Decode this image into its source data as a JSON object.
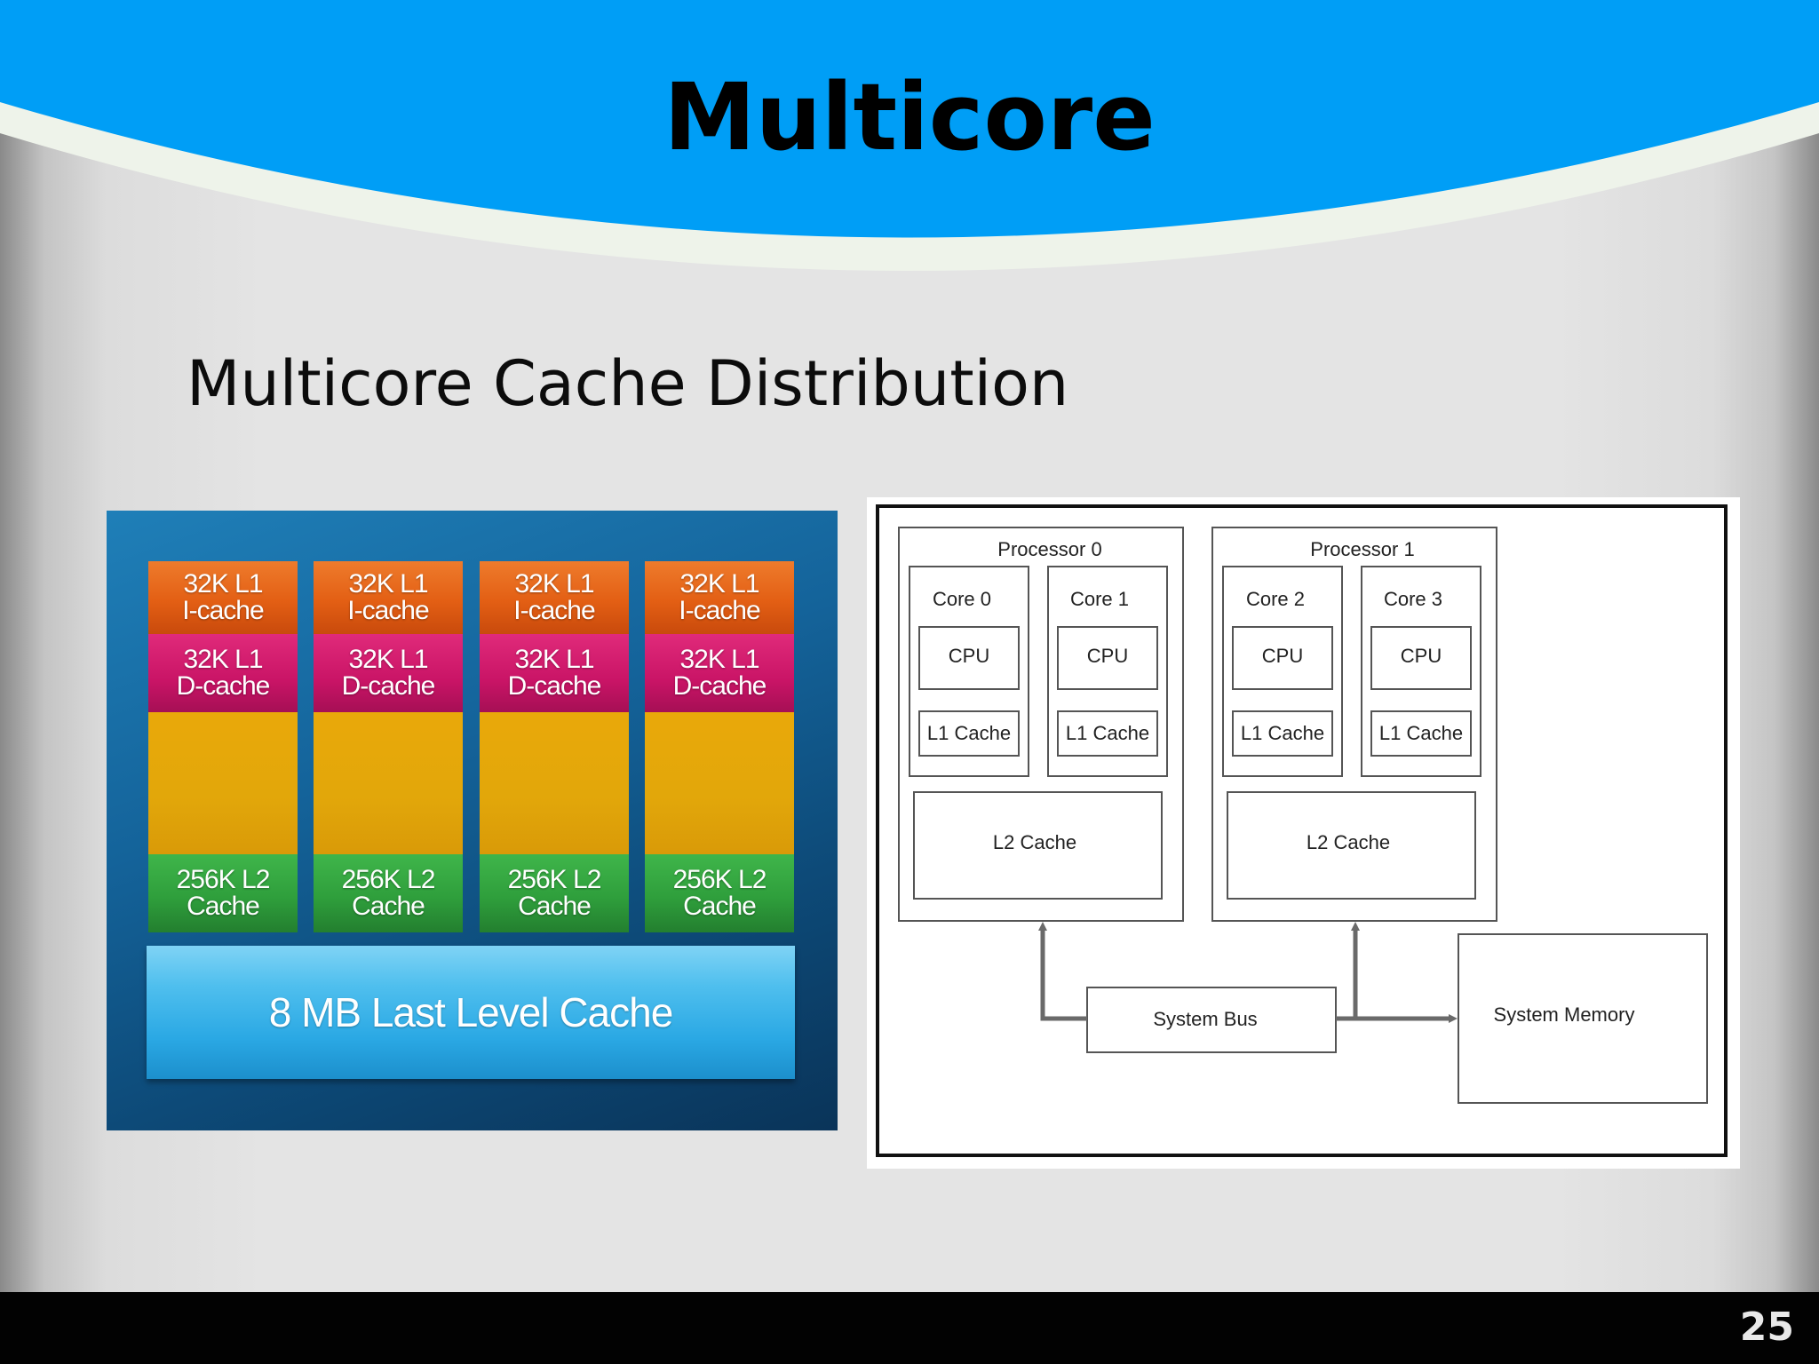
{
  "slide": {
    "title": "Multicore",
    "subtitle": "Multicore Cache Distribution",
    "page_number": "25"
  },
  "cache_image": {
    "cores": [
      {
        "l1_i": [
          "32K L1",
          "I-cache"
        ],
        "l1_d": [
          "32K L1",
          "D-cache"
        ],
        "l2": [
          "256K L2",
          "Cache"
        ]
      },
      {
        "l1_i": [
          "32K L1",
          "I-cache"
        ],
        "l1_d": [
          "32K L1",
          "D-cache"
        ],
        "l2": [
          "256K L2",
          "Cache"
        ]
      },
      {
        "l1_i": [
          "32K L1",
          "I-cache"
        ],
        "l1_d": [
          "32K L1",
          "D-cache"
        ],
        "l2": [
          "256K L2",
          "Cache"
        ]
      },
      {
        "l1_i": [
          "32K L1",
          "I-cache"
        ],
        "l1_d": [
          "32K L1",
          "D-cache"
        ],
        "l2": [
          "256K L2",
          "Cache"
        ]
      }
    ],
    "last_level_cache": "8 MB Last Level Cache"
  },
  "diagram": {
    "processors": [
      {
        "label": "Processor 0",
        "cores": [
          {
            "label": "Core 0",
            "cpu": "CPU",
            "l1": "L1 Cache"
          },
          {
            "label": "Core 1",
            "cpu": "CPU",
            "l1": "L1 Cache"
          }
        ],
        "l2": "L2 Cache"
      },
      {
        "label": "Processor 1",
        "cores": [
          {
            "label": "Core 2",
            "cpu": "CPU",
            "l1": "L1 Cache"
          },
          {
            "label": "Core 3",
            "cpu": "CPU",
            "l1": "L1 Cache"
          }
        ],
        "l2": "L2 Cache"
      }
    ],
    "system_bus": "System Bus",
    "system_memory": "System Memory"
  },
  "colors": {
    "header_blue": "#009ef6",
    "header_band": "#e8f0e0",
    "l1_icache": "#e35f14",
    "l1_dcache": "#c91466",
    "core_body": "#e2a70a",
    "l2_cache": "#2f9f3c",
    "llc": "#2aa8e4"
  }
}
